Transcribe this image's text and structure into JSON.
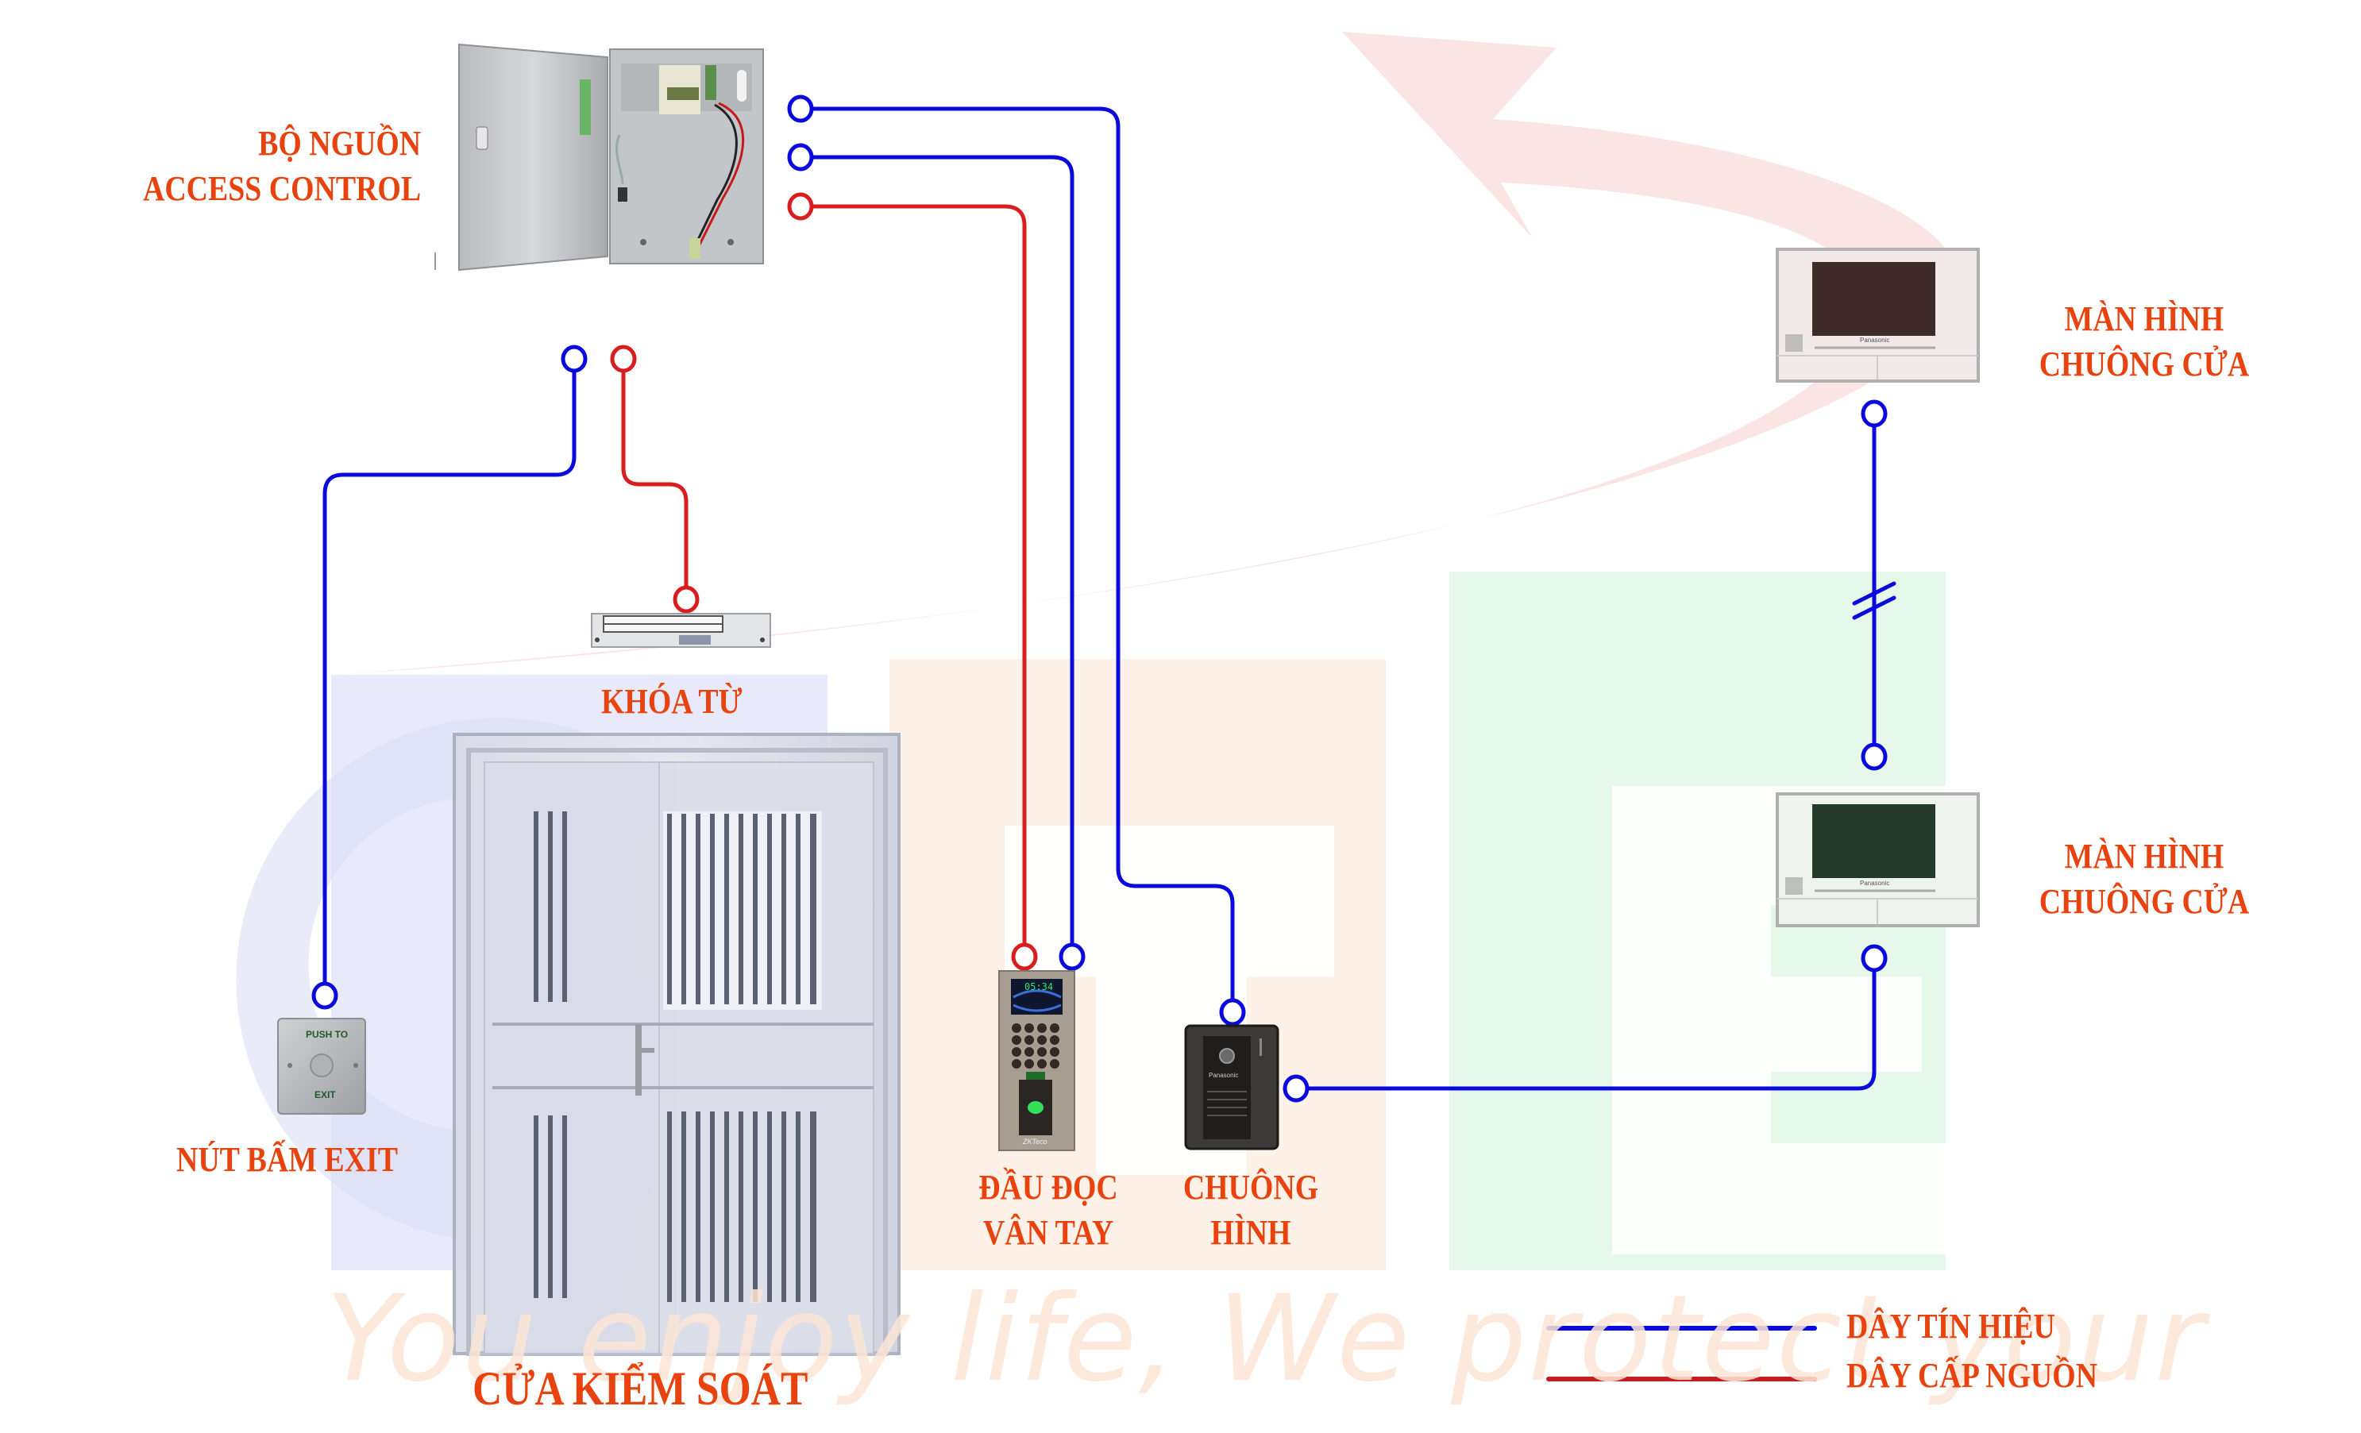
{
  "diagram": {
    "title": "Sơ đồ hệ thống kiểm soát ra vào và chuông cửa có hình",
    "watermark_text": "You enjoy life, We protect your",
    "watermark_letters": [
      "G",
      "T",
      "E"
    ],
    "colors": {
      "signal_wire": "#0a0adc",
      "power_wire": "#d81e1e",
      "label": "#e8430f",
      "watermark_blue": "#e6e8fb",
      "watermark_peach": "#fdf0e6",
      "watermark_green": "#e4f8e8",
      "arrow_pink": "#fbe1e1"
    },
    "components": {
      "power_supply": {
        "line1": "BỘ NGUỒN",
        "line2": "ACCESS CONTROL"
      },
      "magnetic_lock": {
        "label": "KHÓA TỪ"
      },
      "exit_button": {
        "label": "NÚT BẤM  EXIT",
        "plate_top": "PUSH TO",
        "plate_bottom": "EXIT"
      },
      "door": {
        "label": "CỬA KIỂM SOÁT"
      },
      "fingerprint_reader": {
        "line1": "ĐẦU ĐỌC",
        "line2": "VÂN TAY",
        "screen_time": "05:34",
        "brand": "ZKTeco"
      },
      "door_camera": {
        "line1": "CHUÔNG",
        "line2": "HÌNH",
        "brand": "Panasonic"
      },
      "monitor_1": {
        "line1": "MÀN HÌNH",
        "line2": "CHUÔNG CỬA",
        "brand": "Panasonic"
      },
      "monitor_2": {
        "line1": "MÀN HÌNH",
        "line2": "CHUÔNG CỬA",
        "brand": "Panasonic"
      }
    },
    "connections": [
      {
        "from": "power_supply",
        "to": "door_camera",
        "type": "signal"
      },
      {
        "from": "power_supply",
        "to": "fingerprint_reader",
        "type": "signal"
      },
      {
        "from": "power_supply",
        "to": "fingerprint_reader",
        "type": "power"
      },
      {
        "from": "power_supply",
        "to": "exit_button",
        "type": "signal"
      },
      {
        "from": "power_supply",
        "to": "magnetic_lock",
        "type": "power"
      },
      {
        "from": "door_camera",
        "to": "monitor_2",
        "type": "signal"
      },
      {
        "from": "monitor_2",
        "to": "monitor_1",
        "type": "signal",
        "note": "break symbol"
      }
    ],
    "legend": [
      {
        "label": "DÂY TÍN HIỆU",
        "type": "signal"
      },
      {
        "label": "DÂY CẤP NGUỒN",
        "type": "power"
      }
    ]
  }
}
